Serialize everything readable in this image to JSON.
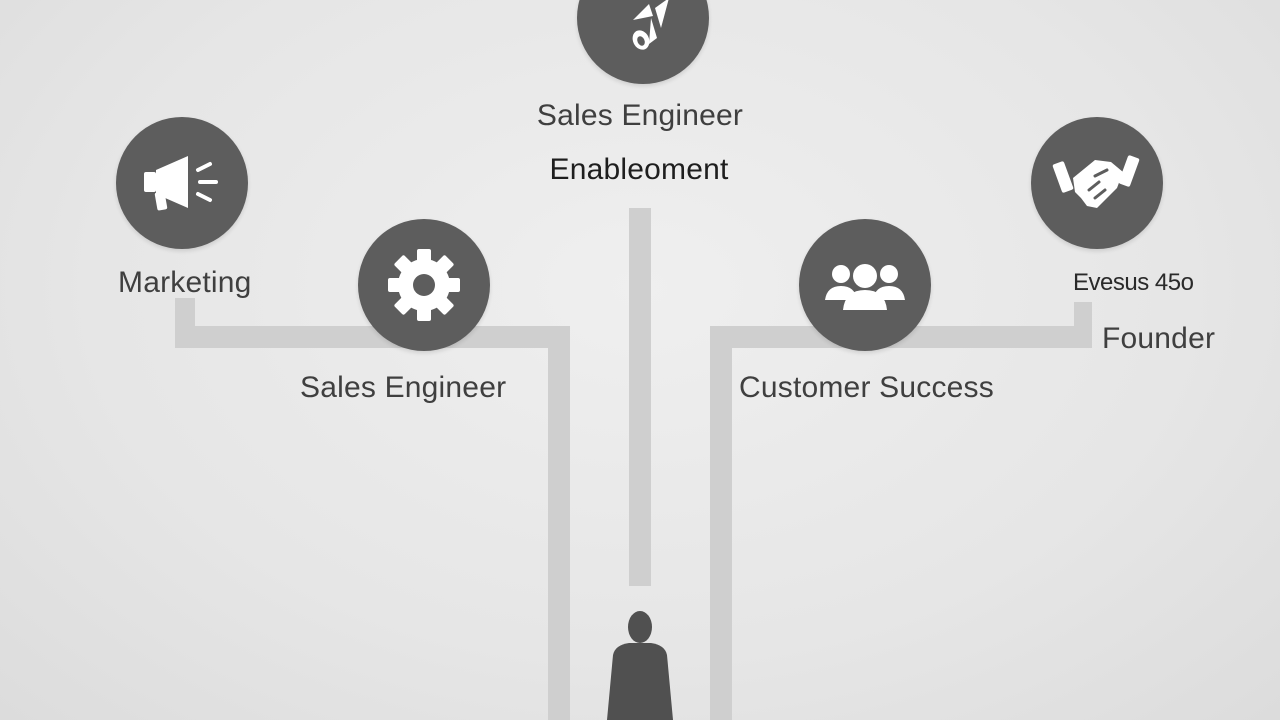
{
  "nodes": {
    "top_center": {
      "icon": "rocket-icon",
      "label": "Sales Engineer",
      "sublabel": "Enableoment"
    },
    "marketing": {
      "icon": "megaphone-icon",
      "label": "Marketing"
    },
    "sales_engineer": {
      "icon": "gear-icon",
      "label": "Sales Engineer"
    },
    "customer_success": {
      "icon": "people-group-icon",
      "label": "Customer Success"
    },
    "founder": {
      "icon": "handshake-icon",
      "label": "Founder",
      "overlabel": "Evesus 45o"
    }
  },
  "person": {
    "icon": "person-silhouette-icon"
  },
  "colors": {
    "background": "#e6e6e6",
    "node_fill": "#5d5d5d",
    "path": "#cfcfcf",
    "text": "#3f3f3f"
  }
}
